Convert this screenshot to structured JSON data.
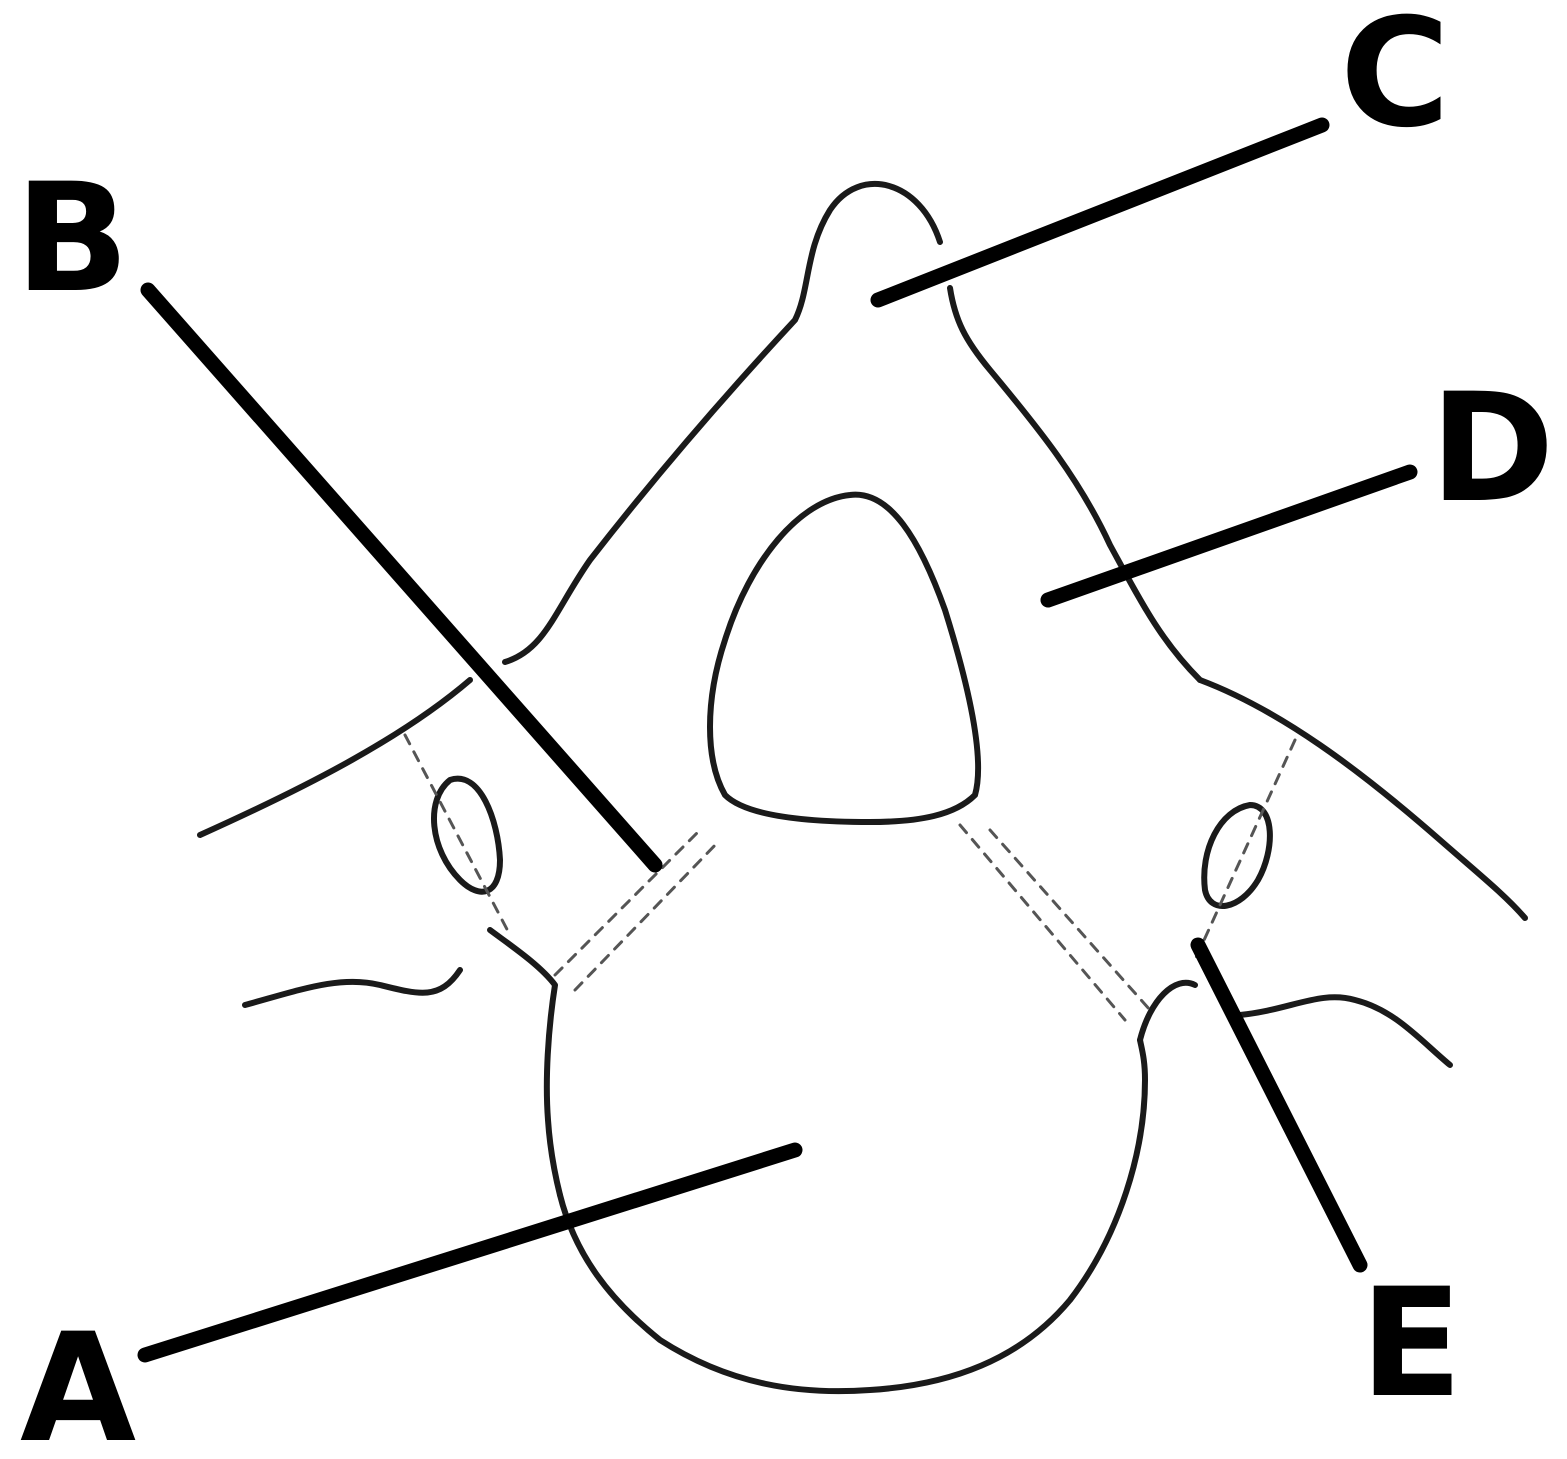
{
  "labels": {
    "a": "A",
    "b": "B",
    "c": "C",
    "d": "D",
    "e": "E"
  },
  "colors": {
    "ink": "#000000",
    "outline": "#1a1a1a",
    "background": "#ffffff"
  }
}
